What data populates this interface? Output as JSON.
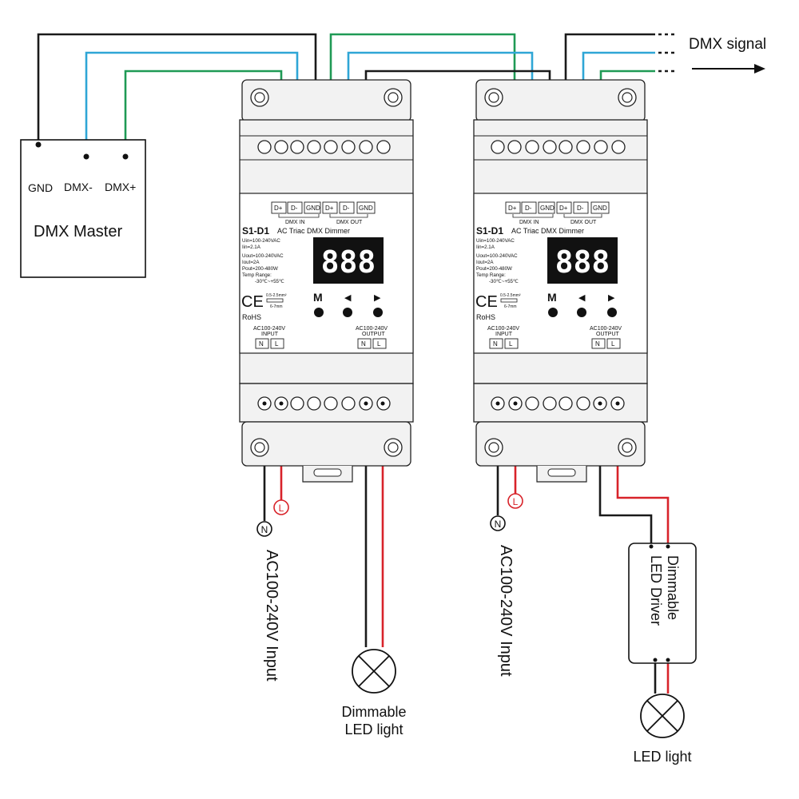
{
  "colors": {
    "wire_black": "#1a1a1a",
    "wire_blue": "#2fa6d6",
    "wire_green": "#1f9a55",
    "wire_red": "#d8232a",
    "device_fill": "#f2f2f2",
    "device_panel": "#ffffff",
    "display_bg": "#111111"
  },
  "dmx_master": {
    "title": "DMX Master",
    "pins": [
      "GND",
      "DMX-",
      "DMX+"
    ]
  },
  "dmx_signal_label": "DMX signal",
  "devices": [
    {
      "model": "S1-D1",
      "subtitle": "AC Triac DMX Dimmer",
      "terminal_labels": [
        "D+",
        "D-",
        "GND",
        "D+",
        "D-",
        "GND"
      ],
      "dmx_in_label": "DMX IN",
      "dmx_out_label": "DMX OUT",
      "specs": [
        "Uin=100-240VAC",
        "Iin=2.1A",
        "Uout=100-240VAC",
        "Iout=2A",
        "Pout=200-480W",
        "Temp Range:",
        "-30℃~+55℃"
      ],
      "display": "888",
      "buttons": [
        "M",
        "◀",
        "▶"
      ],
      "ce": "CE",
      "rohs": "RoHS",
      "wire_spec_top": "0.5-2.5mm²",
      "wire_spec_bottom": "6-7mm",
      "input_label": "AC100-240V",
      "input_sub": "INPUT",
      "output_label": "AC100-240V",
      "output_sub": "OUTPUT",
      "input_pins": [
        "N",
        "L"
      ],
      "output_pins": [
        "N",
        "L"
      ]
    },
    {
      "model": "S1-D1",
      "subtitle": "AC Triac DMX Dimmer",
      "terminal_labels": [
        "D+",
        "D-",
        "GND",
        "D+",
        "D-",
        "GND"
      ],
      "dmx_in_label": "DMX IN",
      "dmx_out_label": "DMX OUT",
      "specs": [
        "Uin=100-240VAC",
        "Iin=2.1A",
        "Uout=100-240VAC",
        "Iout=2A",
        "Pout=200-480W",
        "Temp Range:",
        "-30℃~+55℃"
      ],
      "display": "888",
      "buttons": [
        "M",
        "◀",
        "▶"
      ],
      "ce": "CE",
      "rohs": "RoHS",
      "wire_spec_top": "0.5-2.5mm²",
      "wire_spec_bottom": "6-7mm",
      "input_label": "AC100-240V",
      "input_sub": "INPUT",
      "output_label": "AC100-240V",
      "output_sub": "OUTPUT",
      "input_pins": [
        "N",
        "L"
      ],
      "output_pins": [
        "N",
        "L"
      ]
    }
  ],
  "inputs": [
    {
      "label": "AC100-240V Input",
      "n": "N",
      "l": "L"
    },
    {
      "label": "AC100-240V Input",
      "n": "N",
      "l": "L"
    }
  ],
  "lights": [
    {
      "label_line1": "Dimmable",
      "label_line2": "LED light"
    },
    {
      "label_line1": "LED light",
      "label_line2": ""
    }
  ],
  "driver": {
    "line1": "Dimmable",
    "line2": "LED Driver"
  }
}
